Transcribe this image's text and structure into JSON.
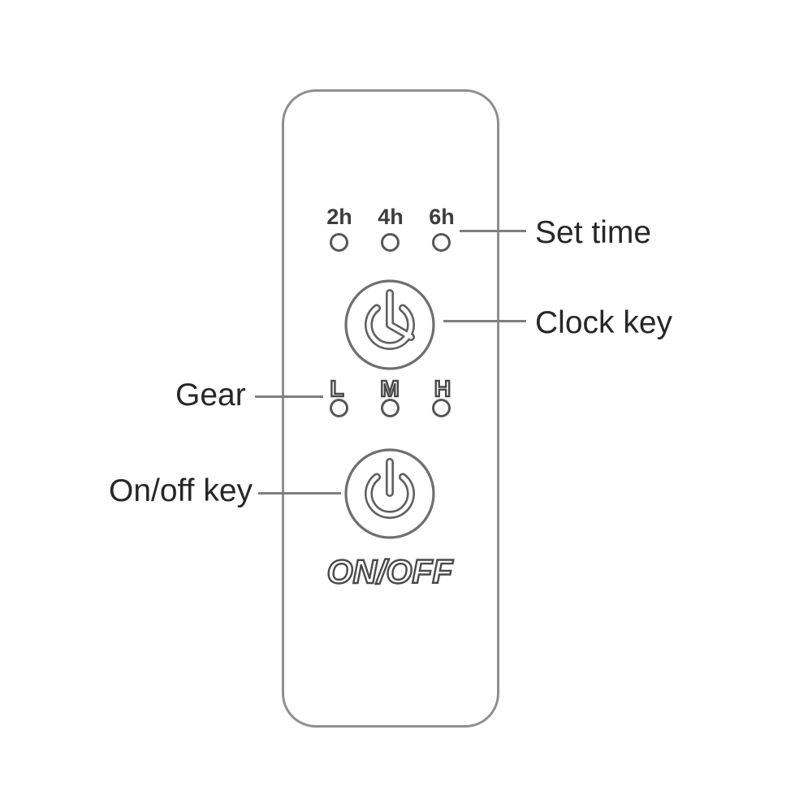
{
  "panel": {
    "timer_labels": [
      "2h",
      "4h",
      "6h"
    ],
    "gear_labels": [
      "L",
      "M",
      "H"
    ],
    "onoff_caption": "ON/OFF"
  },
  "callouts": {
    "set_time": "Set time",
    "clock_key": "Clock key",
    "gear": "Gear",
    "onoff_key": "On/off key"
  },
  "icons": {
    "clock_button": "power-clock-icon",
    "onoff_button": "power-icon"
  },
  "colors": {
    "background": "#ffffff",
    "panel_border": "#8f8f8f",
    "leader_line": "#7f7f7f",
    "callout_text": "#272727",
    "panel_text": "#3d3d3d",
    "indicator_ring": "#575757",
    "button_ring": "#6f6f6f",
    "icon_stroke": "#5f5f5f"
  }
}
